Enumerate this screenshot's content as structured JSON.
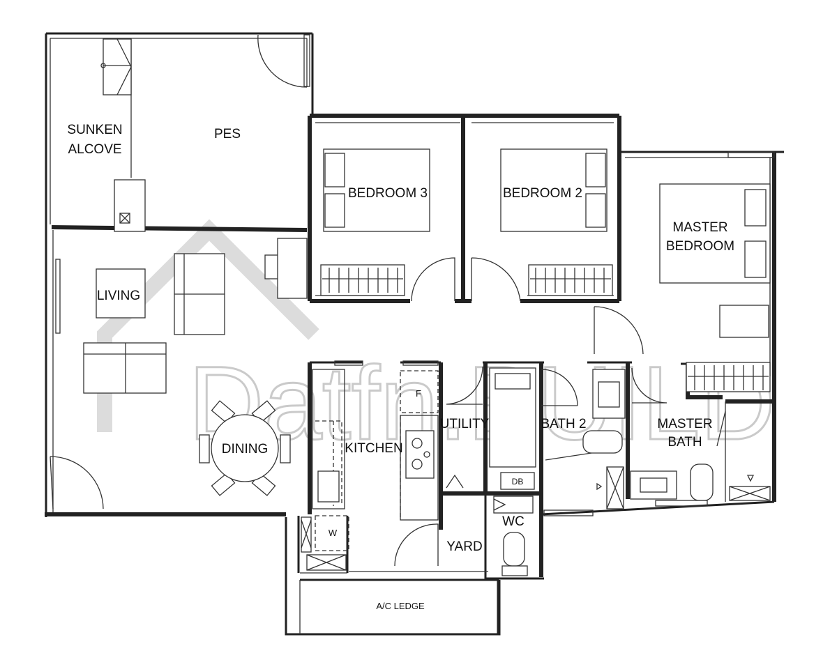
{
  "rooms": {
    "sunken_alcove_line1": "SUNKEN",
    "sunken_alcove_line2": "ALCOVE",
    "pes": "PES",
    "bedroom3": "BEDROOM 3",
    "bedroom2": "BEDROOM 2",
    "master_bedroom_line1": "MASTER",
    "master_bedroom_line2": "BEDROOM",
    "living": "LIVING",
    "dining": "DINING",
    "kitchen": "KITCHEN",
    "utility": "UTILITY",
    "bath2": "BATH 2",
    "master_bath_line1": "MASTER",
    "master_bath_line2": "BATH",
    "yard": "YARD",
    "wc": "WC",
    "ac_ledge": "A/C LEDGE"
  },
  "fixtures": {
    "fridge": "F",
    "washer": "W",
    "distribution_board": "DB"
  },
  "watermark": {
    "text": "Datfn.BUILD"
  }
}
